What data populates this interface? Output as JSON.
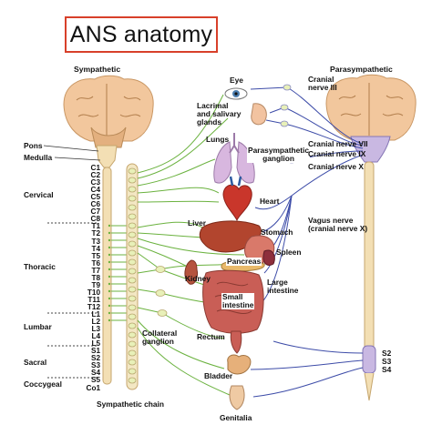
{
  "title": "ANS anatomy",
  "headers": {
    "sympathetic": "Sympathetic",
    "parasympathetic": "Parasympathetic"
  },
  "brain_labels": {
    "pons": "Pons",
    "medulla": "Medulla"
  },
  "regions": {
    "cervical": "Cervical",
    "thoracic": "Thoracic",
    "lumbar": "Lumbar",
    "sacral": "Sacral",
    "coccygeal": "Coccygeal"
  },
  "segments": [
    "C1",
    "C2",
    "C3",
    "C4",
    "C5",
    "C6",
    "C7",
    "C8",
    "T1",
    "T2",
    "T3",
    "T4",
    "T5",
    "T6",
    "T7",
    "T8",
    "T9",
    "T10",
    "T11",
    "T12",
    "L1",
    "L2",
    "L3",
    "L4",
    "L5",
    "S1",
    "S2",
    "S3",
    "S4",
    "S5",
    "Co1"
  ],
  "chain_labels": {
    "sympathetic_chain": "Sympathetic chain",
    "collateral_ganglion": "Collateral\nganglion"
  },
  "organs": {
    "eye": "Eye",
    "lacrimal": "Lacrimal\nand salivary\nglands",
    "lungs": "Lungs",
    "heart": "Heart",
    "liver": "Liver",
    "stomach": "Stomach",
    "spleen": "Spleen",
    "pancreas": "Pancreas",
    "kidney": "Kidney",
    "small_intestine": "Small\nintestine",
    "large_intestine": "Large\nintestine",
    "rectum": "Rectum",
    "bladder": "Bladder",
    "genitalia": "Genitalia"
  },
  "parasympathetic_labels": {
    "cranial_iii": "Cranial\nnerve III",
    "ps_ganglion": "Parasympathetic\nganglion",
    "cranial_vii": "Cranial nerve VII",
    "cranial_ix": "Cranial nerve IX",
    "cranial_x": "Cranial nerve X",
    "vagus": "Vagus nerve\n(cranial nerve X)",
    "s2": "S2",
    "s3": "S3",
    "s4": "S4"
  },
  "colors": {
    "title_border": "#d8402a",
    "sympathetic_nerve": "#6bb23f",
    "parasympathetic_nerve": "#3d4ca8",
    "spinal_cord": "#f3dfb4",
    "ganglion": "#e8f0b8",
    "brain": "#f2c79d",
    "region_divider": "#444444"
  }
}
